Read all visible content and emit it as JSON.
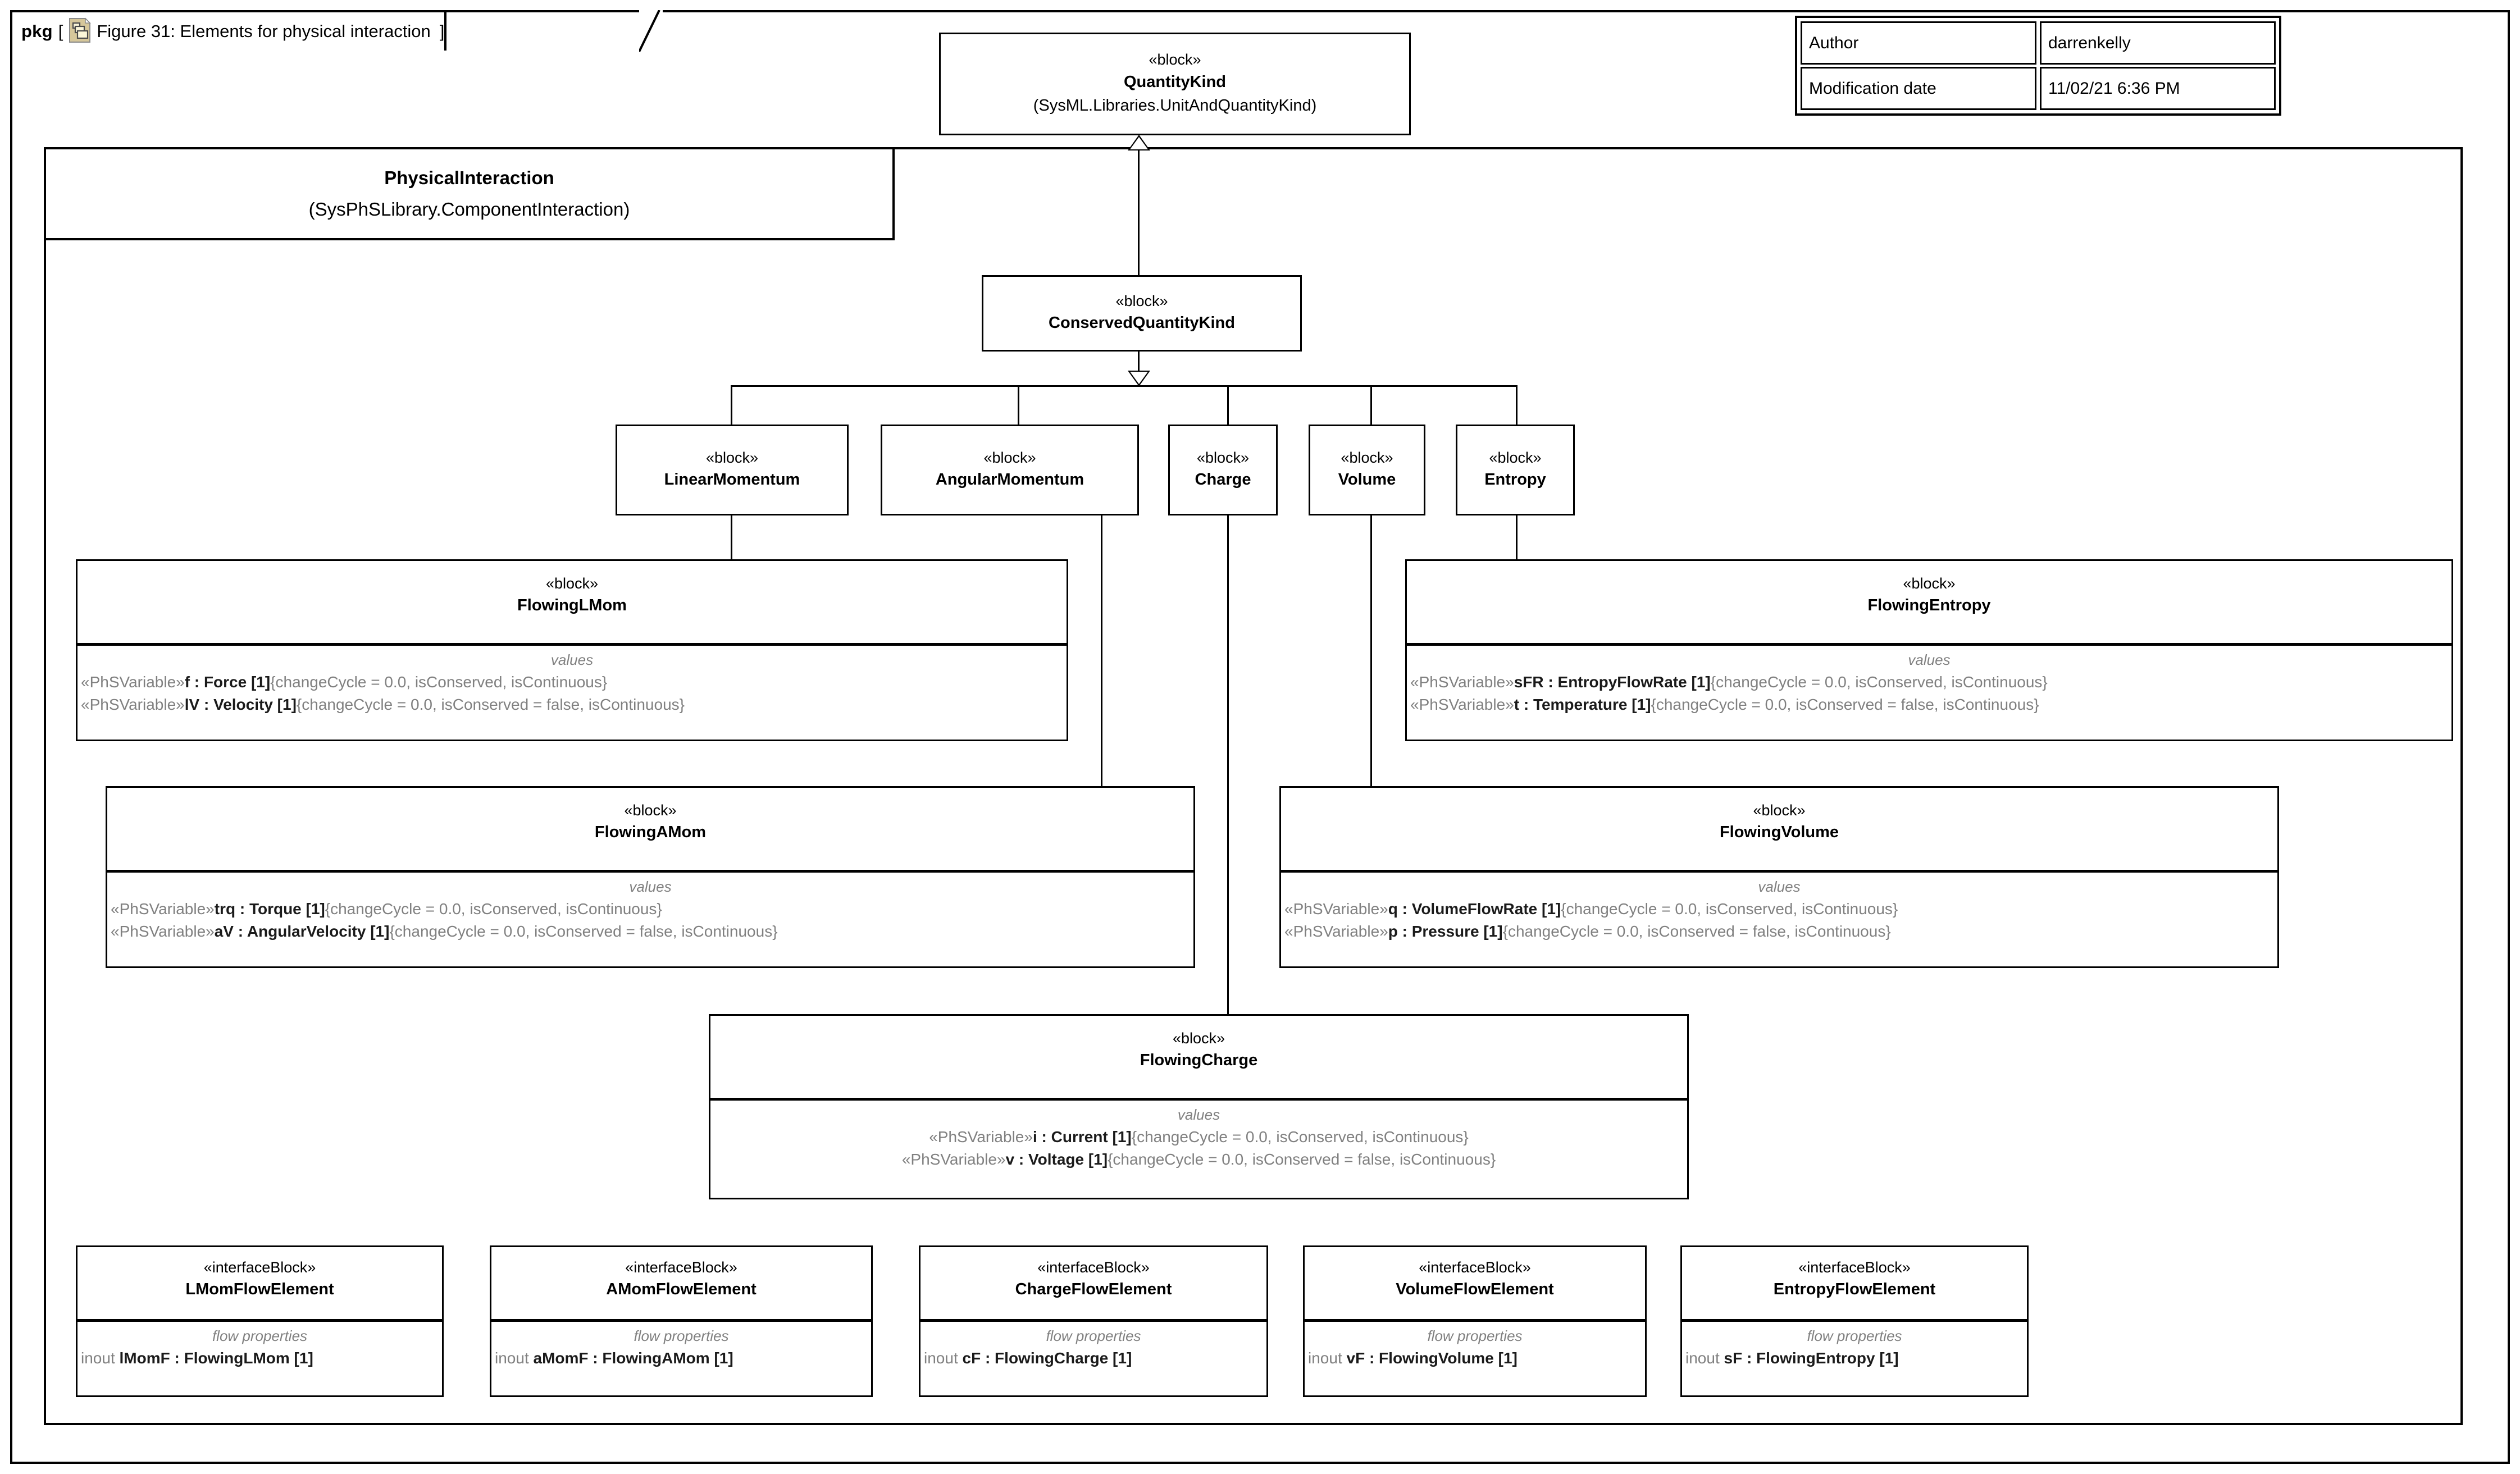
{
  "pkg": {
    "keyword": "pkg",
    "bracket_open": "[",
    "bracket_close": "]",
    "icon": "package-icon",
    "title": "Figure 31: Elements for physical interaction"
  },
  "meta": {
    "rows": [
      {
        "key": "Author",
        "value": "darrenkelly"
      },
      {
        "key": "Modification date",
        "value": "11/02/21 6:36 PM"
      }
    ]
  },
  "frame": {
    "name": "PhysicalInteraction",
    "qualified": "(SysPhSLibrary.ComponentInteraction)"
  },
  "blocks": {
    "quantitykind": {
      "keyword": "«block»",
      "name": "QuantityKind",
      "qualified": "(SysML.Libraries.UnitAndQuantityKind)"
    },
    "conserved": {
      "keyword": "«block»",
      "name": "ConservedQuantityKind"
    },
    "linearmomentum": {
      "keyword": "«block»",
      "name": "LinearMomentum"
    },
    "angularmomentum": {
      "keyword": "«block»",
      "name": "AngularMomentum"
    },
    "charge": {
      "keyword": "«block»",
      "name": "Charge"
    },
    "volume": {
      "keyword": "«block»",
      "name": "Volume"
    },
    "entropy": {
      "keyword": "«block»",
      "name": "Entropy"
    },
    "flowinglmom": {
      "keyword": "«block»",
      "name": "FlowingLMom",
      "compartment": "values",
      "properties": [
        {
          "stereotype": "«PhSVariable»",
          "decl": "f : Force [1]",
          "constraint": "{changeCycle = 0.0, isConserved, isContinuous}"
        },
        {
          "stereotype": "«PhSVariable»",
          "decl": "lV : Velocity [1]",
          "constraint": "{changeCycle = 0.0, isConserved = false, isContinuous}"
        }
      ]
    },
    "flowingentropy": {
      "keyword": "«block»",
      "name": "FlowingEntropy",
      "compartment": "values",
      "properties": [
        {
          "stereotype": "«PhSVariable»",
          "decl": "sFR : EntropyFlowRate [1]",
          "constraint": "{changeCycle = 0.0, isConserved, isContinuous}"
        },
        {
          "stereotype": "«PhSVariable»",
          "decl": "t : Temperature [1]",
          "constraint": "{changeCycle = 0.0, isConserved = false, isContinuous}"
        }
      ]
    },
    "flowingamom": {
      "keyword": "«block»",
      "name": "FlowingAMom",
      "compartment": "values",
      "properties": [
        {
          "stereotype": "«PhSVariable»",
          "decl": "trq : Torque [1]",
          "constraint": "{changeCycle = 0.0, isConserved, isContinuous}"
        },
        {
          "stereotype": "«PhSVariable»",
          "decl": "aV : AngularVelocity [1]",
          "constraint": "{changeCycle = 0.0, isConserved = false, isContinuous}"
        }
      ]
    },
    "flowingvolume": {
      "keyword": "«block»",
      "name": "FlowingVolume",
      "compartment": "values",
      "properties": [
        {
          "stereotype": "«PhSVariable»",
          "decl": "q : VolumeFlowRate [1]",
          "constraint": "{changeCycle = 0.0, isConserved, isContinuous}"
        },
        {
          "stereotype": "«PhSVariable»",
          "decl": "p : Pressure [1]",
          "constraint": "{changeCycle = 0.0, isConserved = false, isContinuous}"
        }
      ]
    },
    "flowingcharge": {
      "keyword": "«block»",
      "name": "FlowingCharge",
      "compartment": "values",
      "properties": [
        {
          "stereotype": "«PhSVariable»",
          "decl": "i : Current [1]",
          "constraint": "{changeCycle = 0.0, isConserved, isContinuous}"
        },
        {
          "stereotype": "«PhSVariable»",
          "decl": "v : Voltage [1]",
          "constraint": "{changeCycle = 0.0, isConserved = false, isContinuous}"
        }
      ]
    }
  },
  "interface_blocks": [
    {
      "keyword": "«interfaceBlock»",
      "name": "LMomFlowElement",
      "compartment": "flow properties",
      "direction": "inout",
      "decl": "lMomF : FlowingLMom [1]"
    },
    {
      "keyword": "«interfaceBlock»",
      "name": "AMomFlowElement",
      "compartment": "flow properties",
      "direction": "inout",
      "decl": "aMomF : FlowingAMom [1]"
    },
    {
      "keyword": "«interfaceBlock»",
      "name": "ChargeFlowElement",
      "compartment": "flow properties",
      "direction": "inout",
      "decl": "cF : FlowingCharge [1]"
    },
    {
      "keyword": "«interfaceBlock»",
      "name": "VolumeFlowElement",
      "compartment": "flow properties",
      "direction": "inout",
      "decl": "vF : FlowingVolume [1]"
    },
    {
      "keyword": "«interfaceBlock»",
      "name": "EntropyFlowElement",
      "compartment": "flow properties",
      "direction": "inout",
      "decl": "sF : FlowingEntropy [1]"
    }
  ],
  "colors": {
    "line": "#000000",
    "muted_text": "#808080",
    "icon_fill": "#d6c79a",
    "icon_page": "#fbf6d8",
    "background": "#ffffff"
  }
}
